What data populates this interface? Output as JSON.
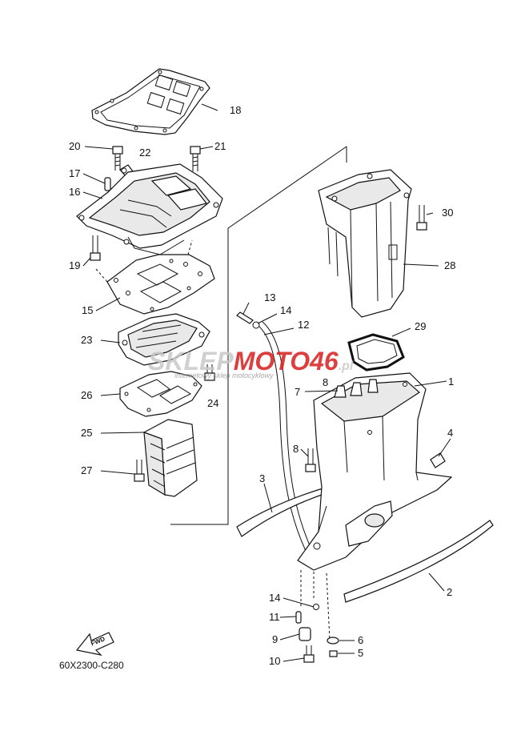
{
  "diagram": {
    "code": "60X2300-C280",
    "fwd_label": "FWD",
    "callouts": {
      "p1": "1",
      "p2": "2",
      "p3": "3",
      "p4": "4",
      "p5": "5",
      "p6": "6",
      "p7": "7",
      "p8": "8",
      "p8b": "8",
      "p9": "9",
      "p10": "10",
      "p11": "11",
      "p12": "12",
      "p13": "13",
      "p14": "14",
      "p14b": "14",
      "p15": "15",
      "p16": "16",
      "p17": "17",
      "p18": "18",
      "p19": "19",
      "p20": "20",
      "p21": "21",
      "p22": "22",
      "p23": "23",
      "p24": "24",
      "p25": "25",
      "p26": "26",
      "p27": "27",
      "p28": "28",
      "p29": "29",
      "p30": "30"
    }
  },
  "watermark": {
    "part1": "SKLEP",
    "part2": "MOTO",
    "part3": "46",
    "suffix": ".pl",
    "subtitle": "internetowy sklep motocyklowy",
    "color_light": "#c8c8c8",
    "color_red": "#d81e1e"
  }
}
